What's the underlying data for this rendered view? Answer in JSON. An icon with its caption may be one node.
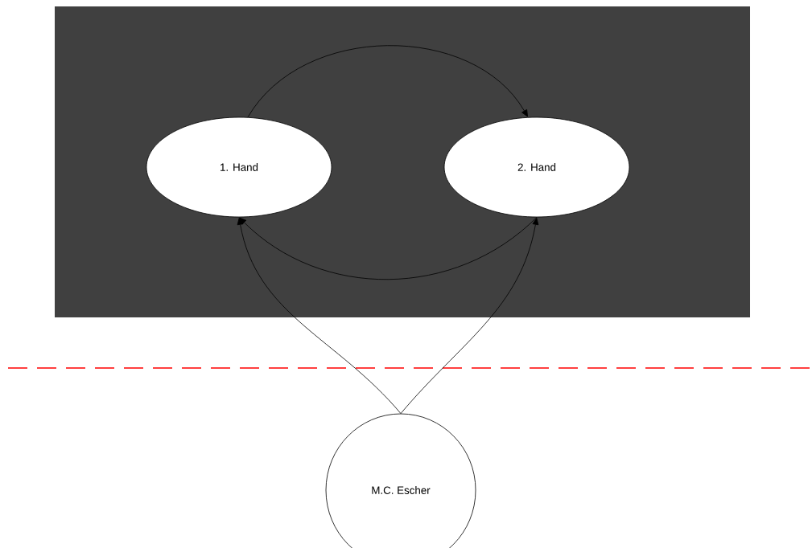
{
  "diagram": {
    "nodes": [
      {
        "text": [
          "1. Hand"
        ]
      },
      {
        "text": [
          "2. Hand"
        ]
      },
      {
        "text": [
          "M.C. Escher"
        ]
      }
    ],
    "edges": [
      {
        "from": 0,
        "to": 1,
        "arrow": "to"
      },
      {
        "from": 1,
        "to": 0,
        "arrow": "to"
      },
      {
        "from": 2,
        "to": 0,
        "arrow": "to"
      },
      {
        "from": 2,
        "to": 1,
        "arrow": "to"
      }
    ]
  }
}
